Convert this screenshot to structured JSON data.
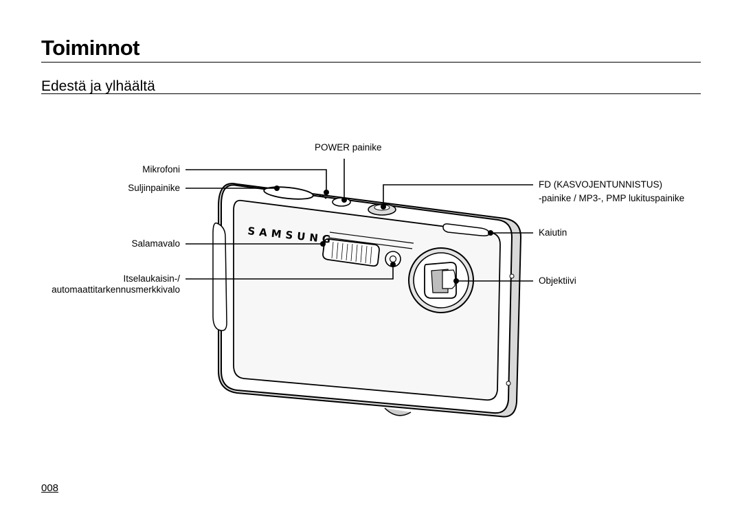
{
  "page": {
    "title": "Toiminnot",
    "subtitle": "Edestä ja ylhäältä",
    "page_number": "008"
  },
  "camera": {
    "brand": "SAMSUNG"
  },
  "labels": {
    "power": "POWER painike",
    "mic": "Mikrofoni",
    "shutter": "Suljinpainike",
    "flash": "Salamavalo",
    "selftimer_line1": "Itselaukaisin-/",
    "selftimer_line2": "automaattitarkennusmerkkivalo",
    "fd_line1": "FD (KASVOJENTUNNISTUS)",
    "fd_line2": "-painike / MP3-, PMP lukituspainike",
    "speaker": "Kaiutin",
    "lens": "Objektiivi"
  }
}
